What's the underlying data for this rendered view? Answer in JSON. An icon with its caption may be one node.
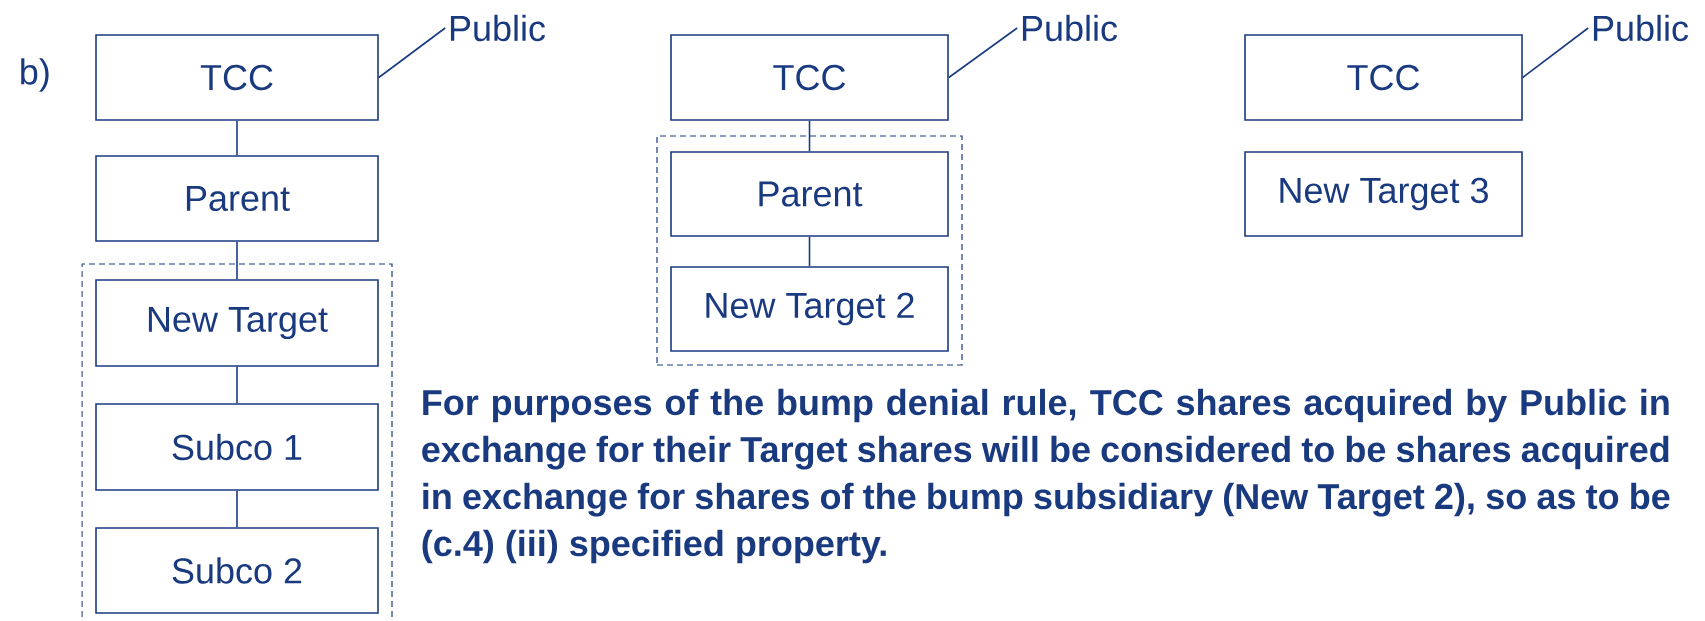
{
  "diagram": {
    "nodes": [
      {
        "text": [
          "TCC"
        ]
      },
      {
        "text": [
          "Public"
        ]
      },
      {
        "text": [
          "Parent"
        ]
      },
      {
        "text": [],
        "shape": "box"
      },
      {
        "text": [
          "New Target"
        ],
        "in": 3
      },
      {
        "text": [
          "Subco 1"
        ],
        "in": 3
      },
      {
        "text": [
          "Subco 2"
        ],
        "in": 3
      },
      {
        "text": [
          "TCC"
        ]
      },
      {
        "text": [
          "Public"
        ]
      },
      {
        "text": [],
        "shape": "box"
      },
      {
        "text": [
          "Parent"
        ],
        "in": 9
      },
      {
        "text": [
          "New Target 2"
        ],
        "in": 9
      },
      {
        "text": [
          "TCC"
        ]
      },
      {
        "text": [
          "Public"
        ]
      },
      {
        "text": [
          "New Target 3"
        ]
      }
    ],
    "edges": [
      {
        "from": 0,
        "to": 2,
        "arrow": "none"
      },
      {
        "from": 2,
        "to": 4,
        "arrow": "none"
      },
      {
        "from": 4,
        "to": 5,
        "arrow": "none"
      },
      {
        "from": 5,
        "to": 6,
        "arrow": "none"
      },
      {
        "from": 1,
        "to": 0,
        "arrow": "none"
      },
      {
        "from": 7,
        "to": 10,
        "arrow": "none"
      },
      {
        "from": 10,
        "to": 11,
        "arrow": "none"
      },
      {
        "from": 8,
        "to": 7,
        "arrow": "none"
      },
      {
        "from": 13,
        "to": 12,
        "arrow": "none"
      }
    ],
    "labels": [
      "b)",
      "For purposes of the bump denial rule, TCC shares acquired by Public in exchange for their Target shares will be considered to be shares acquired in exchange for shares of the bump subsidiary (New Target 2), so as to be (c.4) (iii) specified property."
    ]
  }
}
